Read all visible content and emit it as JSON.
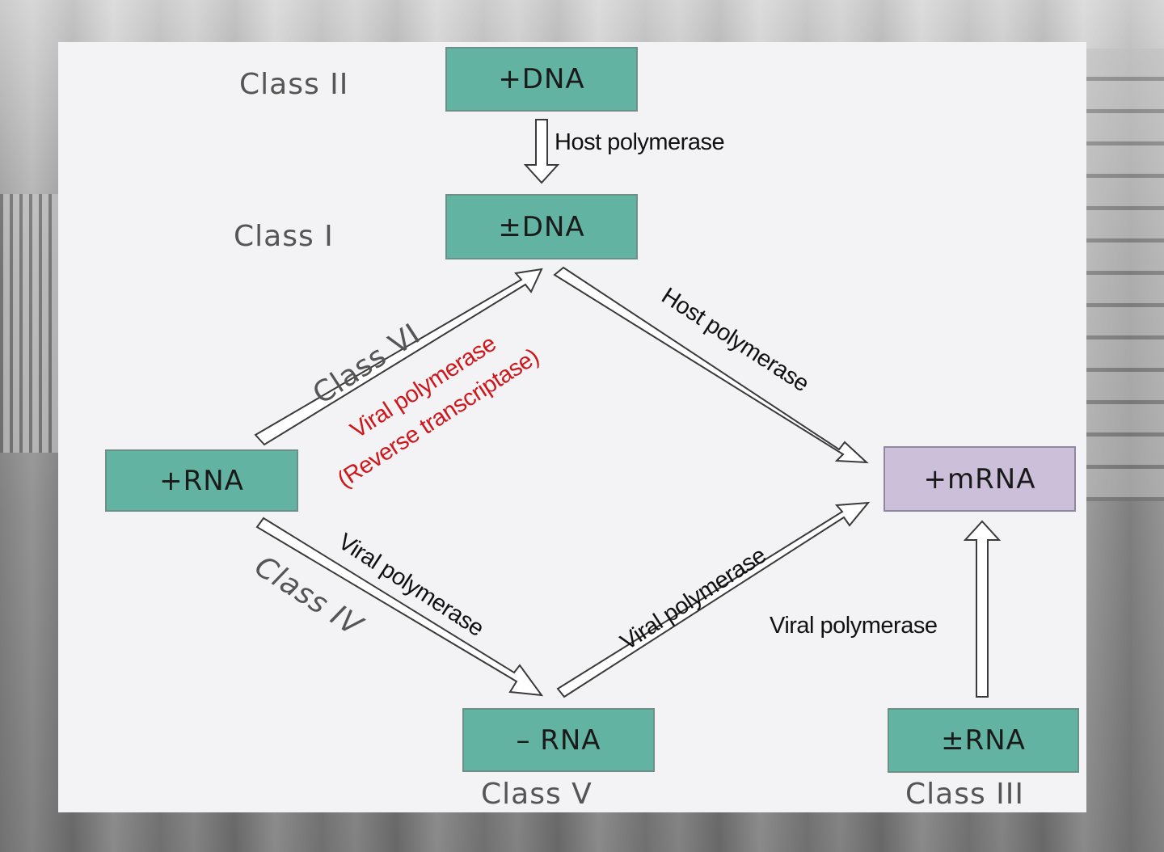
{
  "nodes": {
    "plus_dna": "+DNA",
    "pm_dna": "±DNA",
    "plus_rna": "+RNA",
    "minus_rna": "– RNA",
    "pm_rna": "±RNA",
    "plus_mrna": "+mRNA"
  },
  "classes": {
    "class_ii": "Class II",
    "class_i": "Class I",
    "class_vi": "Class VI",
    "class_iv": "Class IV",
    "class_v": "Class V",
    "class_iii": "Class III"
  },
  "edges": {
    "dna_to_pmdna": "Host polymerase",
    "pmdna_to_mrna": "Host polymerase",
    "rna_to_pmdna_line1": "Viral polymerase",
    "rna_to_pmdna_line2": "(Reverse transcriptase)",
    "rna_to_minusrna": "Viral polymerase",
    "minusrna_to_mrna": "Viral polymerase",
    "pmrna_to_mrna": "Viral polymerase"
  },
  "colors": {
    "dna_rna_box": "#63b3a3",
    "mrna_box": "#cbbfd9",
    "highlight_text": "#d0161b"
  }
}
